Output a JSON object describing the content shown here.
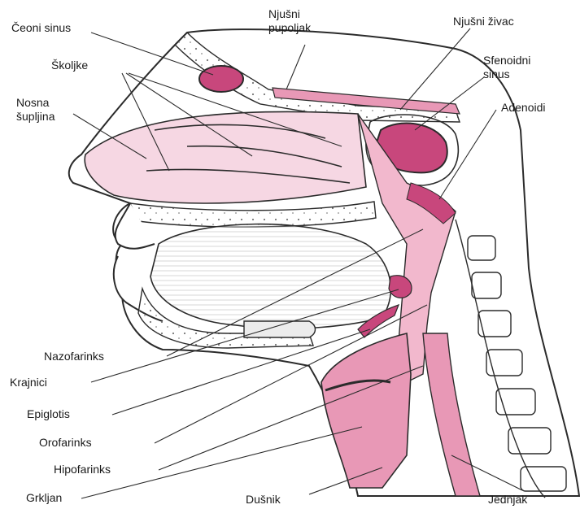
{
  "labels": {
    "ceoni_sinus": "Čeoni sinus",
    "njusni_pupoljak_1": "Njušni",
    "njusni_pupoljak_2": "pupoljak",
    "njusni_zivac": "Njušni živac",
    "skoljke": "Školjke",
    "sfenoidni_sinus_1": "Sfenoidni",
    "sfenoidni_sinus_2": "sinus",
    "nosna_supljina_1": "Nosna",
    "nosna_supljina_2": "šupljina",
    "adenoidi": "Adenoidi",
    "nazofarinks": "Nazofarinks",
    "krajnici": "Krajnici",
    "epiglotis": "Epiglotis",
    "orofarinks": "Orofarinks",
    "hipofarinks": "Hipofarinks",
    "grkljan": "Grkljan",
    "dusnik": "Dušnik",
    "jednjak": "Jednjak"
  },
  "colors": {
    "pink_light": "#f6d7e3",
    "pink_mid": "#e898b6",
    "pink_dark": "#c8477c",
    "outline": "#2b2b2b",
    "bone": "#ececec"
  }
}
